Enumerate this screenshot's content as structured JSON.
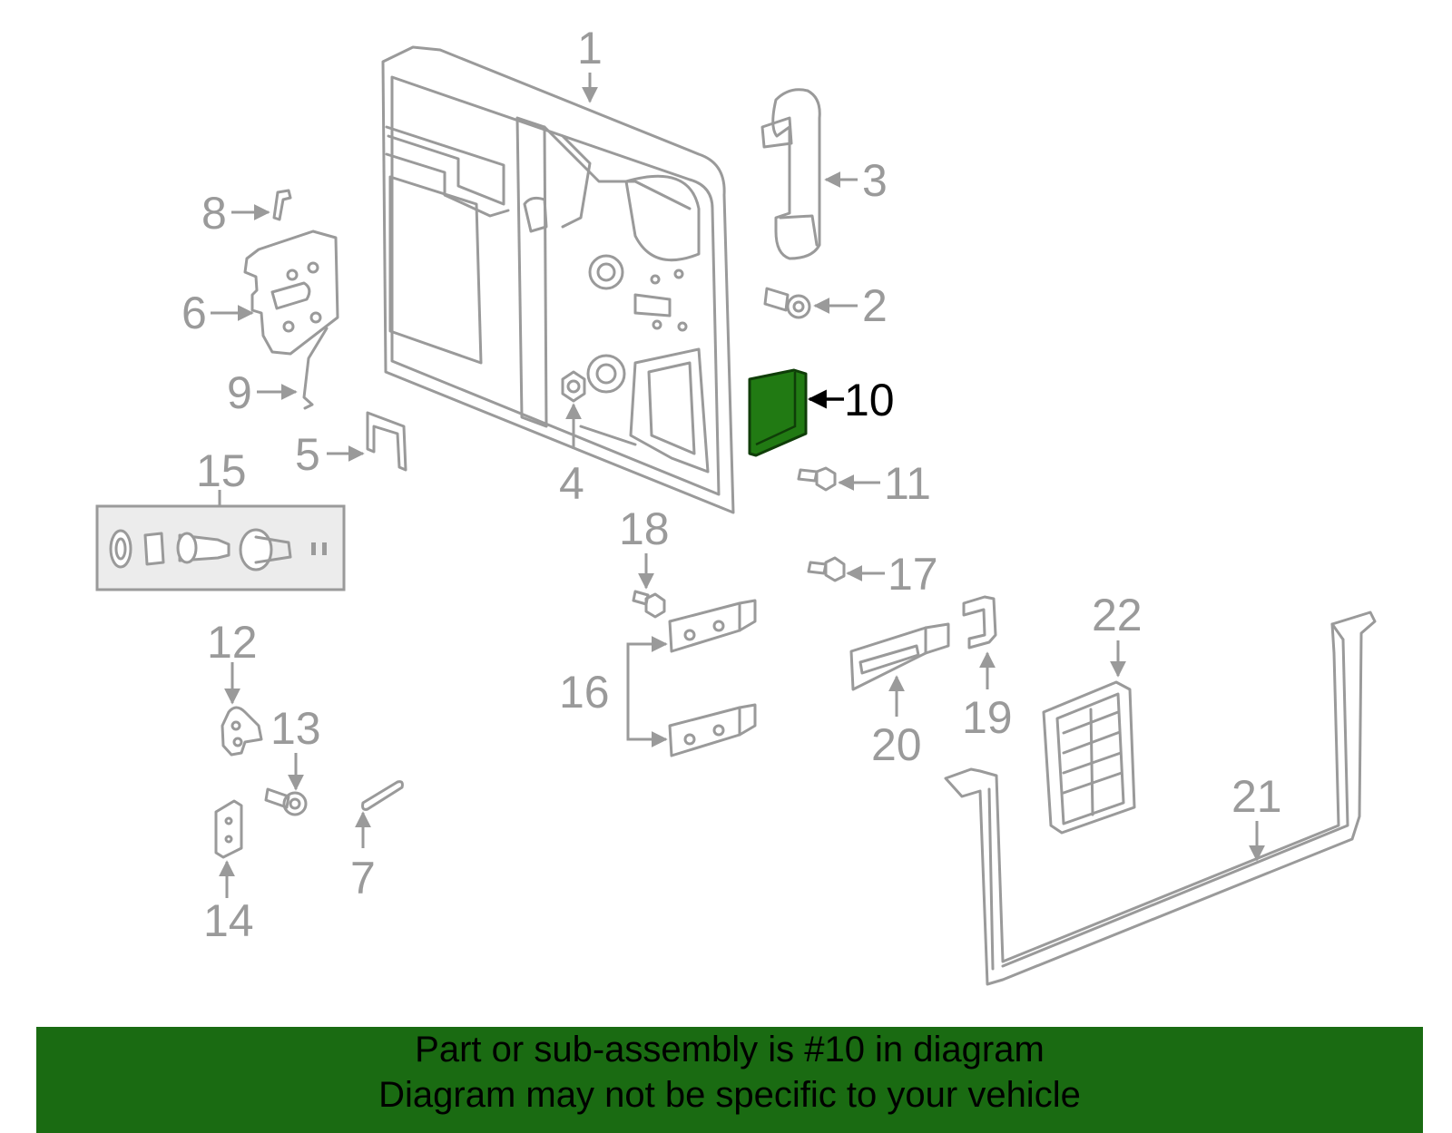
{
  "diagram": {
    "highlight_color": "#217a13",
    "line_color": "#9a9a9a",
    "callouts": [
      "1",
      "2",
      "3",
      "4",
      "5",
      "6",
      "7",
      "8",
      "9",
      "10",
      "11",
      "12",
      "13",
      "14",
      "15",
      "16",
      "17",
      "18",
      "19",
      "20",
      "21",
      "22"
    ],
    "highlighted_part": "10"
  },
  "banner": {
    "background": "#1a6b12",
    "line1": "Part or sub-assembly is #10 in diagram",
    "line2": "Diagram may not be specific to your vehicle"
  }
}
